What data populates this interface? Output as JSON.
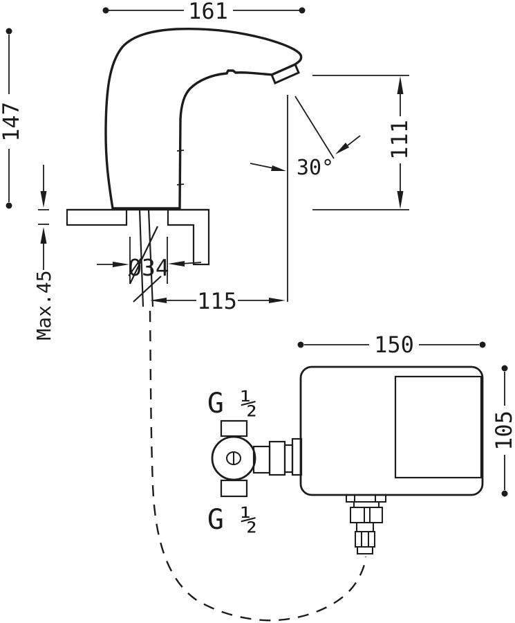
{
  "labels": {
    "spout_reach": "161",
    "faucet_height": "147",
    "outlet_height": "111",
    "spray_angle": "30°",
    "hole_diameter": "Ø34",
    "max_deck": "Max.45",
    "stream_offset": "115",
    "box_width": "150",
    "box_height": "105",
    "inlet_top": "G ½",
    "inlet_bottom": "G ½"
  },
  "colors": {
    "line": "#1c1c1c",
    "background": "#ffffff"
  }
}
